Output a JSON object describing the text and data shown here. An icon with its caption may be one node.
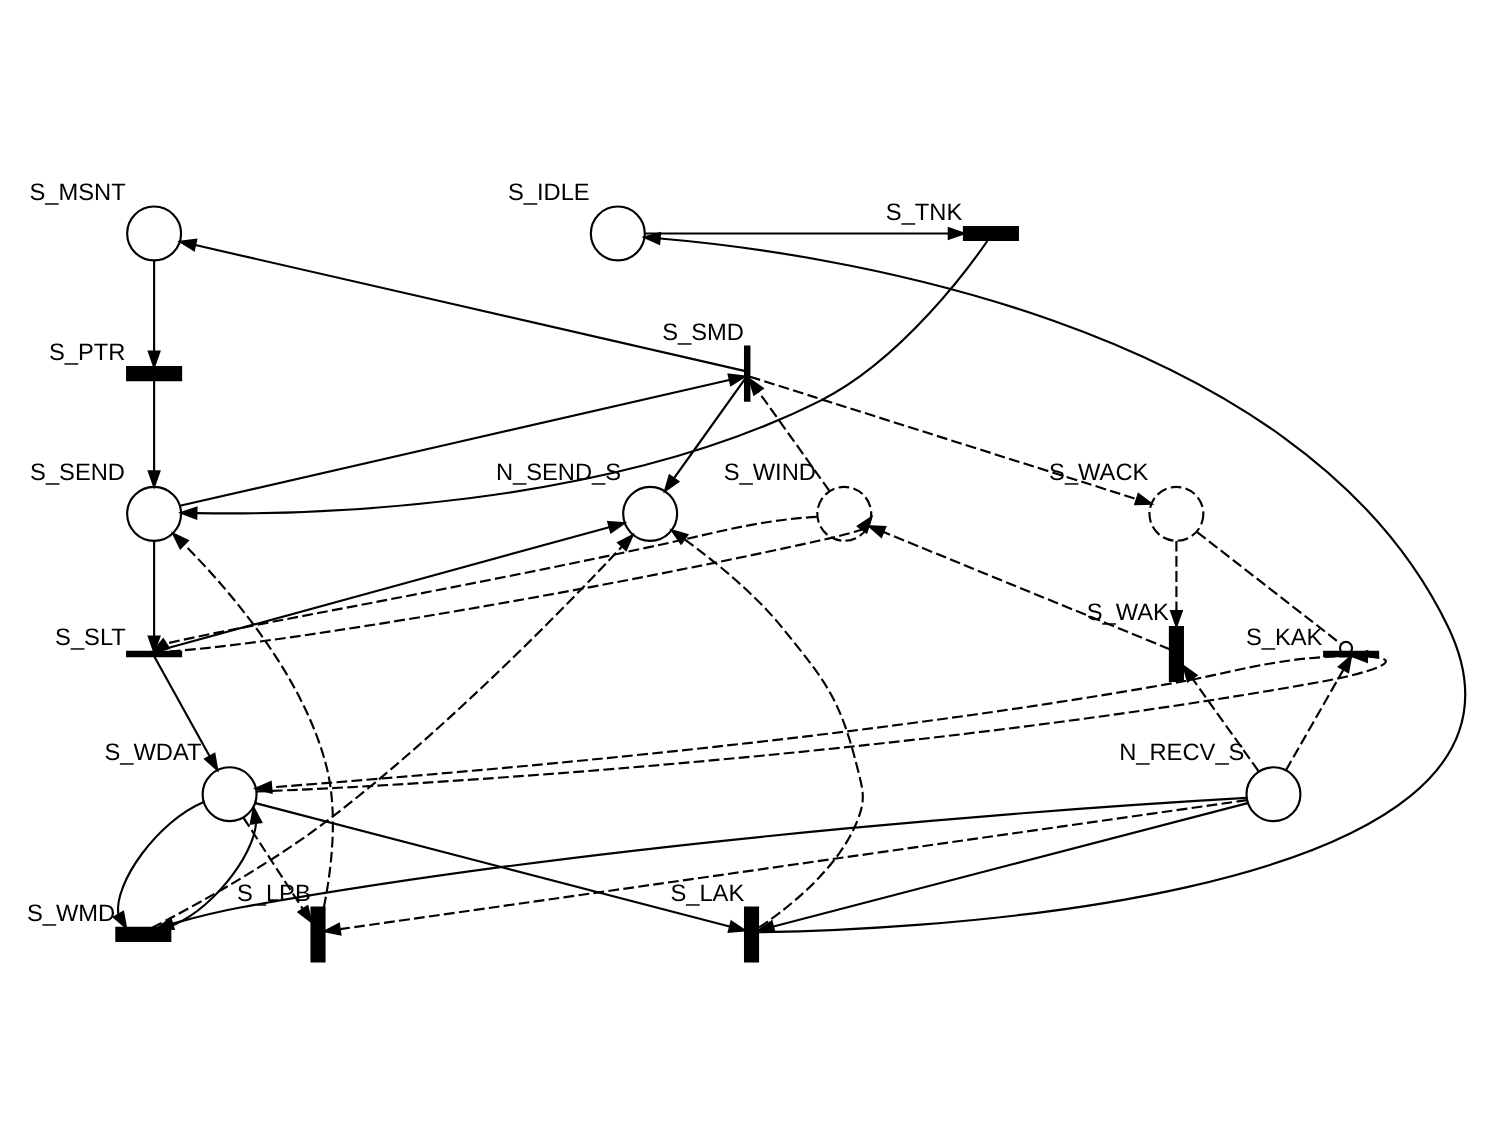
{
  "diagram": {
    "nodes": [
      {
        "text": [
          "S_MSNT"
        ]
      },
      {
        "text": [
          "S_PTR"
        ]
      },
      {
        "text": [
          "S_SMD"
        ]
      },
      {
        "text": [
          "S_SEND"
        ]
      },
      {
        "text": [
          "N_SEND_S"
        ]
      },
      {
        "text": [
          "S_WIND"
        ]
      },
      {
        "text": [
          "S_WACK"
        ]
      },
      {
        "text": [
          "S_WAK"
        ]
      },
      {
        "text": [
          "S_SLT"
        ]
      },
      {
        "text": [
          "S_TNK"
        ]
      },
      {
        "text": [
          "S_KAK"
        ]
      },
      {
        "text": [
          "S_WDAT"
        ]
      },
      {
        "text": [
          "S_WMD"
        ]
      },
      {
        "text": [
          "S_LPB"
        ]
      },
      {
        "text": [
          "N_RECV_S"
        ]
      },
      {
        "text": [
          "S_IDLE"
        ]
      },
      {
        "text": [
          "S_LAK"
        ]
      }
    ],
    "edges": [
      {
        "from": 2,
        "to": 0,
        "arrow": "to"
      },
      {
        "from": 0,
        "to": 1,
        "arrow": "to"
      },
      {
        "from": 1,
        "to": 3,
        "arrow": "to"
      },
      {
        "from": 9,
        "to": 3,
        "arrow": "to"
      },
      {
        "from": 3,
        "to": 2,
        "arrow": "to"
      },
      {
        "from": 2,
        "to": 4,
        "arrow": "to"
      },
      {
        "from": 3,
        "to": 8,
        "arrow": "to"
      },
      {
        "from": 8,
        "to": 11,
        "arrow": "to"
      },
      {
        "from": 8,
        "to": 4,
        "arrow": "to"
      },
      {
        "from": 12,
        "to": 11,
        "arrow": "to"
      },
      {
        "from": 11,
        "to": 12,
        "arrow": "to"
      },
      {
        "from": 14,
        "to": 12,
        "arrow": "to"
      },
      {
        "from": 11,
        "to": 16,
        "arrow": "to"
      },
      {
        "from": 14,
        "to": 16,
        "arrow": "to"
      },
      {
        "from": 16,
        "to": 15,
        "arrow": "to"
      },
      {
        "from": 15,
        "to": 9,
        "arrow": "to"
      },
      {
        "from": 13,
        "to": 3,
        "arrow": "to",
        "style": "dashed"
      },
      {
        "from": 5,
        "to": 2,
        "arrow": "to",
        "style": "dashed"
      },
      {
        "from": 2,
        "to": 6,
        "arrow": "to",
        "style": "dashed"
      },
      {
        "from": 6,
        "to": 7,
        "arrow": "to",
        "style": "dashed"
      },
      {
        "from": 7,
        "to": 5,
        "arrow": "to",
        "style": "dashed"
      },
      {
        "from": 5,
        "to": 8,
        "arrow": "to",
        "style": "dashed"
      },
      {
        "from": 8,
        "to": 5,
        "arrow": "to",
        "style": "dashed"
      },
      {
        "from": 6,
        "to": 10,
        "arrow": "other",
        "style": "dashed"
      },
      {
        "from": 14,
        "to": 7,
        "arrow": "to",
        "style": "dashed"
      },
      {
        "from": 14,
        "to": 10,
        "arrow": "to",
        "style": "dashed"
      },
      {
        "from": 10,
        "to": 11,
        "arrow": "to",
        "style": "dashed"
      },
      {
        "from": 11,
        "to": 10,
        "arrow": "to",
        "style": "dashed"
      },
      {
        "from": 11,
        "to": 13,
        "arrow": "to",
        "style": "dashed"
      },
      {
        "from": 14,
        "to": 13,
        "arrow": "to",
        "style": "dashed"
      },
      {
        "from": 12,
        "to": 4,
        "arrow": "to",
        "style": "dashed"
      },
      {
        "from": 16,
        "to": 4,
        "arrow": "to",
        "style": "dashed"
      }
    ]
  }
}
